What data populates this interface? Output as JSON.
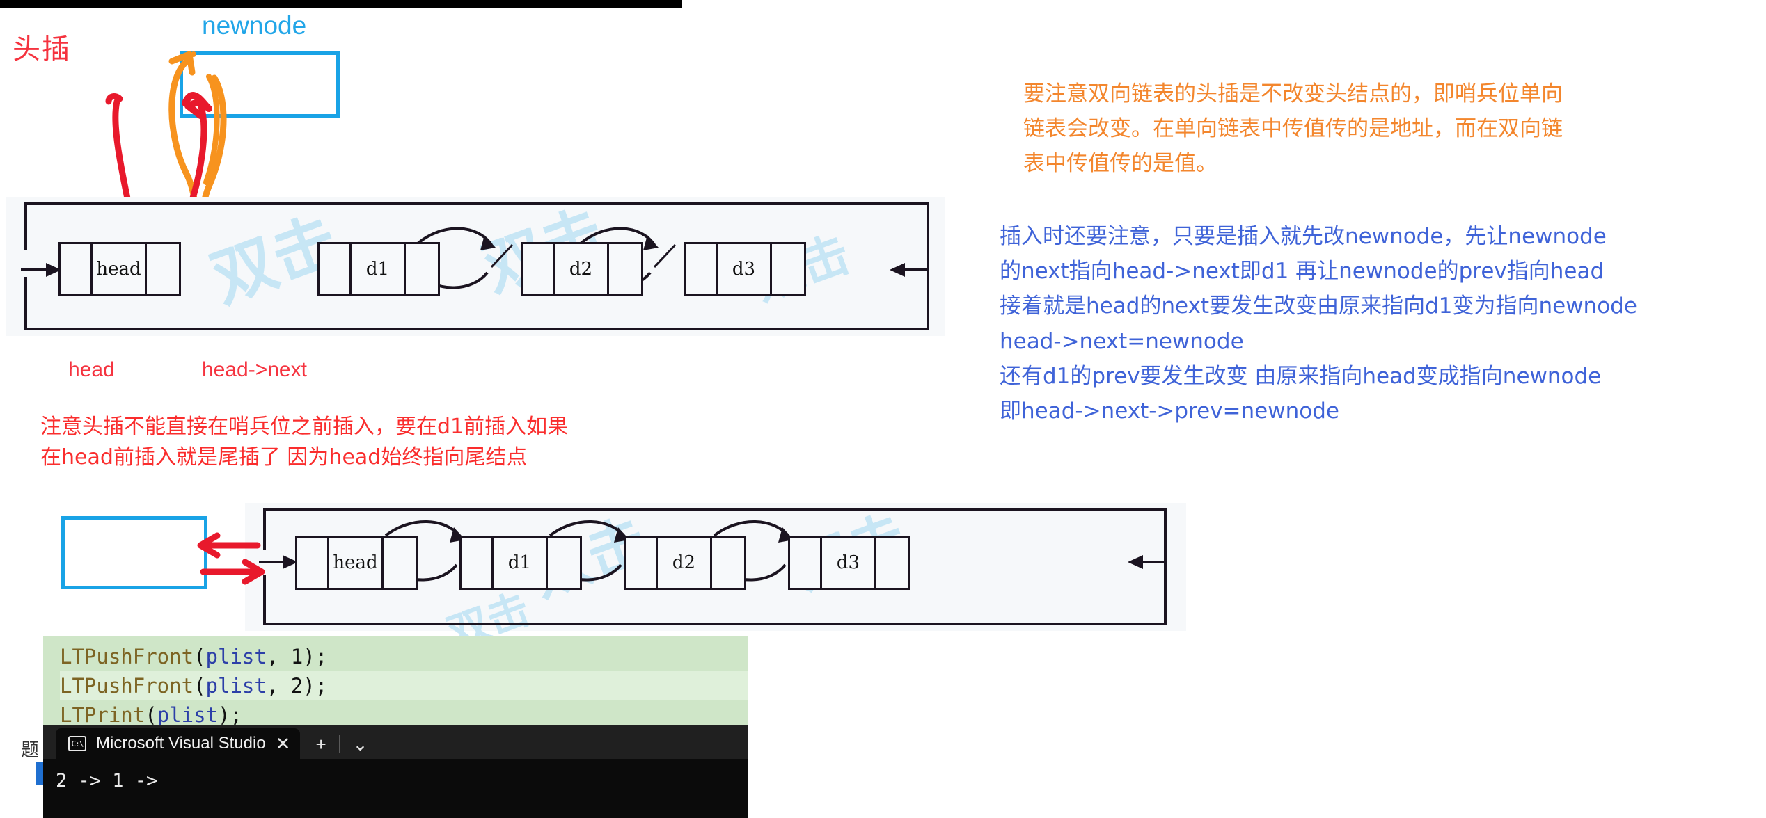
{
  "page": {
    "title_cn": "头插",
    "newnode_label": "newnode"
  },
  "diagram1": {
    "nodes": [
      {
        "value": "head"
      },
      {
        "value": "d1"
      },
      {
        "value": "d2"
      },
      {
        "value": "d3"
      }
    ],
    "labels": {
      "head": "head",
      "head_next": "head->next"
    }
  },
  "diagram2": {
    "nodes": [
      {
        "value": "head"
      },
      {
        "value": "d1"
      },
      {
        "value": "d2"
      },
      {
        "value": "d3"
      }
    ]
  },
  "notes": {
    "orange": [
      "要注意双向链表的头插是不改变头结点的，即哨兵位单向",
      "链表会改变。在单向链表中传值传的是地址，而在双向链",
      "表中传值传的是值。"
    ],
    "blue": [
      "插入时还要注意，只要是插入就先改newnode，先让newnode",
      "的next指向head->next即d1 再让newnode的prev指向head",
      "接着就是head的next要发生改变由原来指向d1变为指向newnode",
      "head->next=newnode",
      "还有d1的prev要发生改变 由原来指向head变成指向newnode",
      "即head->next->prev=newnode"
    ],
    "red": [
      "注意头插不能直接在哨兵位之前插入，要在d1前插入如果",
      "在head前插入就是尾插了 因为head始终指向尾结点"
    ]
  },
  "code": {
    "lines": [
      {
        "fn": "LTPushFront",
        "open": "(",
        "arg1": "plist",
        "comma": ", ",
        "arg2": "1",
        "close": ");"
      },
      {
        "fn": "LTPushFront",
        "open": "(",
        "arg1": "plist",
        "comma": ", ",
        "arg2": "2",
        "close": ");"
      },
      {
        "fn": "LTPrint",
        "open": "(",
        "arg1": "plist",
        "comma": "",
        "arg2": "",
        "close": ");"
      }
    ]
  },
  "terminal": {
    "tab_title": "Microsoft Visual Studio",
    "tab_icon": "C:\\",
    "close_glyph": "✕",
    "plus_glyph": "+",
    "chevron_glyph": "⌄",
    "output": "2 -> 1 ->"
  },
  "peek": {
    "glyph": "题"
  },
  "watermark": {
    "text": "双击"
  },
  "colors": {
    "red": "#fa2d2d",
    "orange": "#f3862d",
    "blue_text": "#3f63d8",
    "cyan": "#19a3e6",
    "node_border": "#1b1420",
    "panel_bg": "#f6f8fa",
    "code_bg": "#cfe6c8",
    "terminal_bg": "#0b0b0b"
  }
}
